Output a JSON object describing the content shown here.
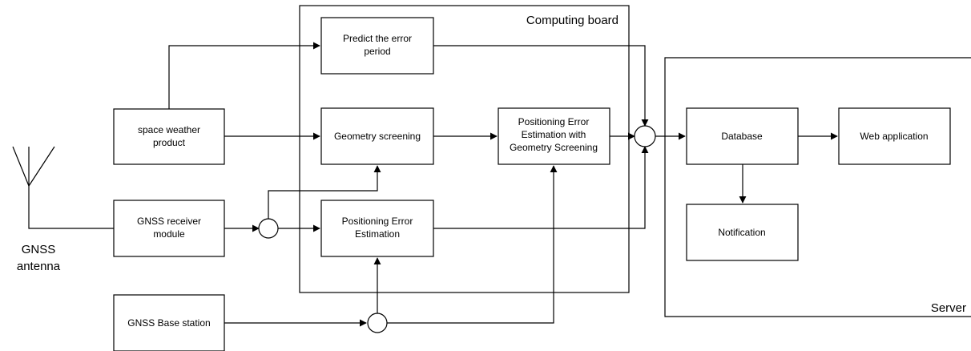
{
  "containers": {
    "computing_board": "Computing board",
    "server": "Server"
  },
  "nodes": {
    "predict_error": [
      "Predict the error",
      "period"
    ],
    "space_weather": [
      "space weather",
      "product"
    ],
    "geometry_screening": [
      "Geometry screening"
    ],
    "pos_err_geo": [
      "Positioning Error",
      "Estimation with",
      "Geometry Screening"
    ],
    "gnss_receiver": [
      "GNSS receiver",
      "module"
    ],
    "pos_err_est": [
      "Positioning Error",
      "Estimation"
    ],
    "gnss_base": [
      "GNSS Base station"
    ],
    "database": [
      "Database"
    ],
    "web_app": [
      "Web application"
    ],
    "notification": [
      "Notification"
    ]
  },
  "antenna": [
    "GNSS",
    "antenna"
  ]
}
